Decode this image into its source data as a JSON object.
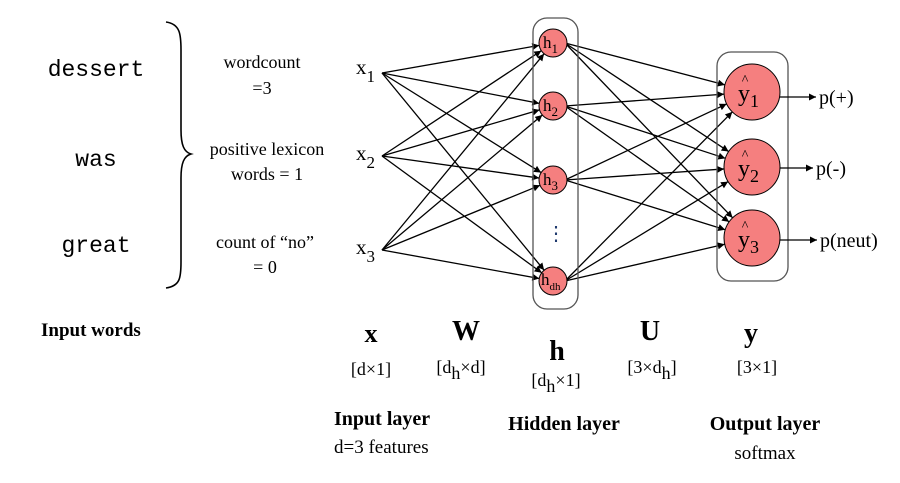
{
  "input_words": {
    "items": [
      "dessert",
      "was",
      "great"
    ],
    "caption": "Input words"
  },
  "features": [
    {
      "line1": "wordcount",
      "line2": "=3"
    },
    {
      "line1": "positive lexicon",
      "line2": "words = 1"
    },
    {
      "line1": "count of “no”",
      "line2": "= 0"
    }
  ],
  "input_nodes": [
    {
      "base": "x",
      "sub": "1"
    },
    {
      "base": "x",
      "sub": "2"
    },
    {
      "base": "x",
      "sub": "3"
    }
  ],
  "hidden_nodes": [
    {
      "base": "h",
      "sub": "1"
    },
    {
      "base": "h",
      "sub": "2"
    },
    {
      "base": "h",
      "sub": "3"
    },
    {
      "base": "h",
      "sub": "dh"
    }
  ],
  "hidden_ellipsis": "⋮",
  "output_nodes": [
    {
      "base": "y",
      "hat": "^",
      "sub": "1",
      "prob": "p(+)"
    },
    {
      "base": "y",
      "hat": "^",
      "sub": "2",
      "prob": "p(-)"
    },
    {
      "base": "y",
      "hat": "^",
      "sub": "3",
      "prob": "p(neut)"
    }
  ],
  "symbols": {
    "x": {
      "symbol": "x",
      "dim": "[d×1]"
    },
    "W": {
      "symbol": "W",
      "dim_pre": "[d",
      "dim_sub": "h",
      "dim_post": "×d]"
    },
    "h": {
      "symbol": "h",
      "dim_pre": "[d",
      "dim_sub": "h",
      "dim_post": "×1]"
    },
    "U": {
      "symbol": "U",
      "dim_pre": "[3×d",
      "dim_sub": "h",
      "dim_post": "]"
    },
    "y": {
      "symbol": "y",
      "dim": "[3×1]"
    }
  },
  "layers": {
    "input": {
      "title": "Input layer",
      "subtitle": "d=3 features"
    },
    "hidden": {
      "title": "Hidden layer"
    },
    "output": {
      "title": "Output layer",
      "subtitle": "softmax"
    }
  },
  "colors": {
    "node_fill": "#f57f7f",
    "stroke": "#000000",
    "box_stroke": "#333333",
    "ellipsis": "#1f3a6e"
  }
}
